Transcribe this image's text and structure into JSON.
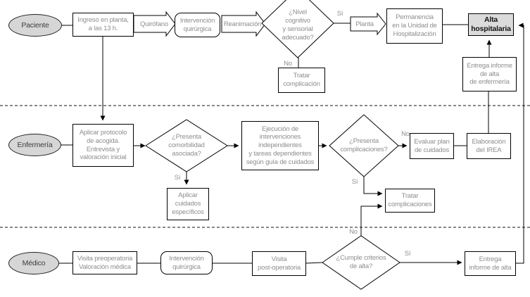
{
  "colors": {
    "line": "#000000",
    "lane_oval_fill": "#d6d6d6",
    "highlight_fill": "#dbdbdb",
    "box_text": "#8e8e8e",
    "lane_text": "#3d3d3d"
  },
  "lanes": {
    "paciente": "Paciente",
    "enfermeria": "Enfermería",
    "medico": "Médico"
  },
  "nodes": {
    "ingreso": "Ingreso en planta,\na las 13 h.",
    "intervencion_quirurgica_1": "Intervención\nquirúrgica",
    "nivel_cognitivo": "¿Nivel\ncognitivo\ny sensorial\nadecuado?",
    "permanencia": "Permanencia\nen la Unidad de\nHospitalización",
    "alta_hospitalaria": "Alta\nhospitalaria",
    "tratar_complicacion": "Tratar\ncomplicación",
    "entrega_informe_enfermeria": "Entrega informe\nde alta\nde enfermería",
    "aplicar_protocolo": "Aplicar protocolo\nde acogida.\nEntrevista y\nvaloración inicial",
    "comorbilidad": "¿Presenta\ncomorbilidad\nasociada?",
    "aplicar_cuidados": "Aplicar\ncuidados\nespecíficos",
    "ejecucion_intervenciones": "Ejecución de\nintervenciones\nindependientes\ny tareas dependientes\nsegún guía de cuidados",
    "complicaciones": "¿Presenta\ncomplicaciones?",
    "evaluar_plan": "Evaluar plan\nde cuidados",
    "elaboracion_irea": "Elaboración\ndel IREA",
    "tratar_complicaciones": "Tratar\ncomplicaciones",
    "visita_preoperatoria": "Visita preoperatoria\nValoración médica",
    "intervencion_quirurgica_2": "Intervención\nquirúrgica",
    "visita_postoperatoria": "Visita\npost-operatoria",
    "cumple_criterios": "¿Cumple criterios\nde alta?",
    "entrega_informe_alta": "Entrega\ninforme de alta"
  },
  "connectors": {
    "quirofano": "Quirófano",
    "reanimacion": "Reanimación",
    "planta": "Planta"
  },
  "labels": {
    "si": "Sí",
    "no": "No"
  }
}
